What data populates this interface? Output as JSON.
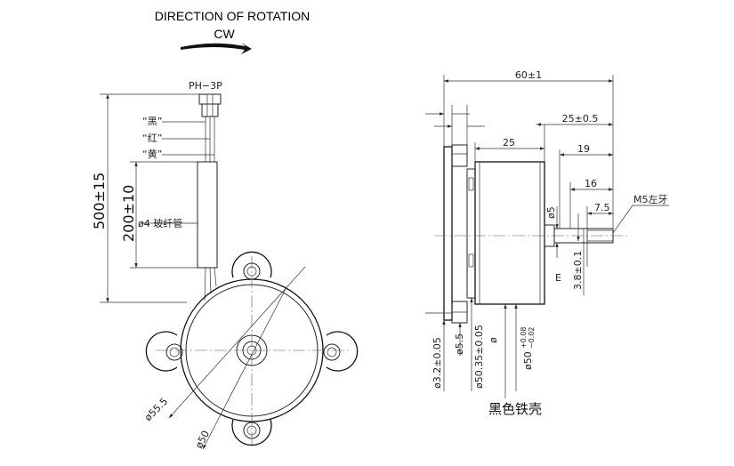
{
  "header": {
    "direction_label": "DIRECTION OF ROTATION",
    "rotation": "CW"
  },
  "front_view": {
    "connector": "PH−3P",
    "wire_labels": [
      "“黑”",
      "“红”",
      "“黄”"
    ],
    "sleeve_label": "ø4 玻纤管",
    "total_length": "500±15",
    "sleeve_length": "200±10",
    "outer_diameter": "ø55.5",
    "body_diameter": "ø50"
  },
  "side_view": {
    "overall_length": "60±1",
    "shaft_extent": "25±0.5",
    "body_length": "25",
    "dim_19": "19",
    "dim_16": "16",
    "dim_7_5": "7.5",
    "thread": "M5左牙",
    "shaft_dia": "ø5",
    "flat_label": "E",
    "flat_dim": "3.8±0.1",
    "hole_dia": "ø3.2±0.05",
    "boss_dia": "ø5.5",
    "pilot_dia": "ø50.35±0.05",
    "pilot_small": "ø",
    "shell_dia": "ø50",
    "shell_tol_upper": "+0.08",
    "shell_tol_lower": "−0.02",
    "shell_label": "黑色铁壳"
  }
}
